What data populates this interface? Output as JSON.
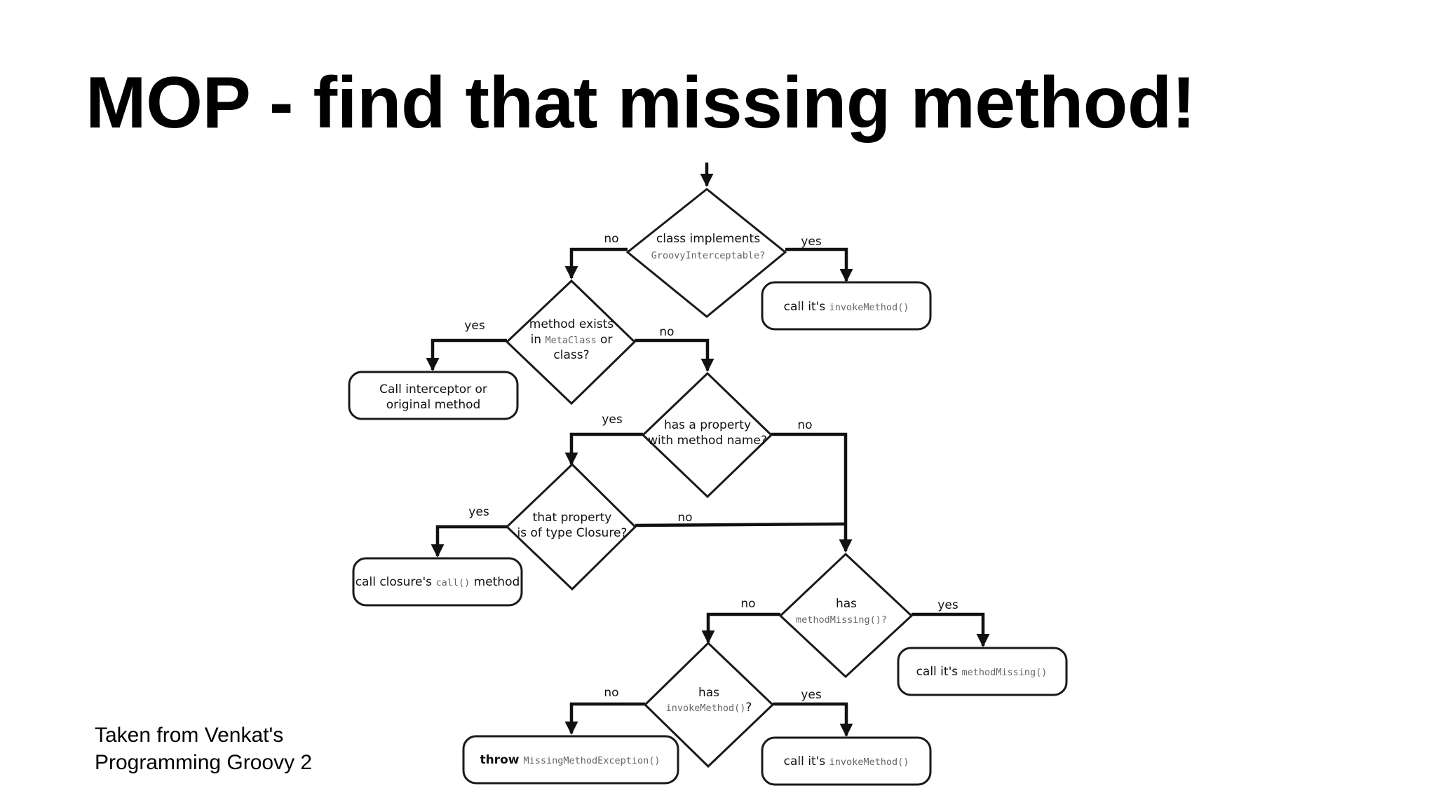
{
  "title": "MOP - find that missing method!",
  "credit": {
    "line1": "Taken from Venkat's",
    "line2": "Programming Groovy 2"
  },
  "diagram": {
    "decisions": {
      "groovy_interceptable": {
        "line1": "class implements",
        "code": "GroovyInterceptable?"
      },
      "method_exists": {
        "line1": "method exists",
        "line2_pre": "in ",
        "code": "MetaClass",
        "line2_post": " or",
        "line3": "class?"
      },
      "has_property": {
        "line1": "has a property",
        "line2": "with method name?"
      },
      "is_closure": {
        "line1": "that property",
        "line2": "is of type Closure?"
      },
      "has_method_missing": {
        "line1": "has",
        "code": "methodMissing()?"
      },
      "has_invoke_method": {
        "line1": "has",
        "code": "invokeMethod()",
        "suffix": "?"
      }
    },
    "actions": {
      "call_invoke_method_top": {
        "text": "call it's ",
        "code": "invokeMethod()"
      },
      "call_interceptor": {
        "line1": "Call interceptor or",
        "line2": "original method"
      },
      "call_closure": {
        "text": "call closure's ",
        "code": "call()",
        "suffix": " method"
      },
      "call_method_missing": {
        "text": "call it's ",
        "code": "methodMissing()"
      },
      "throw_exception": {
        "keyword": "throw",
        "code": "MissingMethodException()"
      },
      "call_invoke_method_bottom": {
        "text": "call it's ",
        "code": "invokeMethod()"
      }
    },
    "edge_labels": {
      "yes": "yes",
      "no": "no"
    }
  }
}
